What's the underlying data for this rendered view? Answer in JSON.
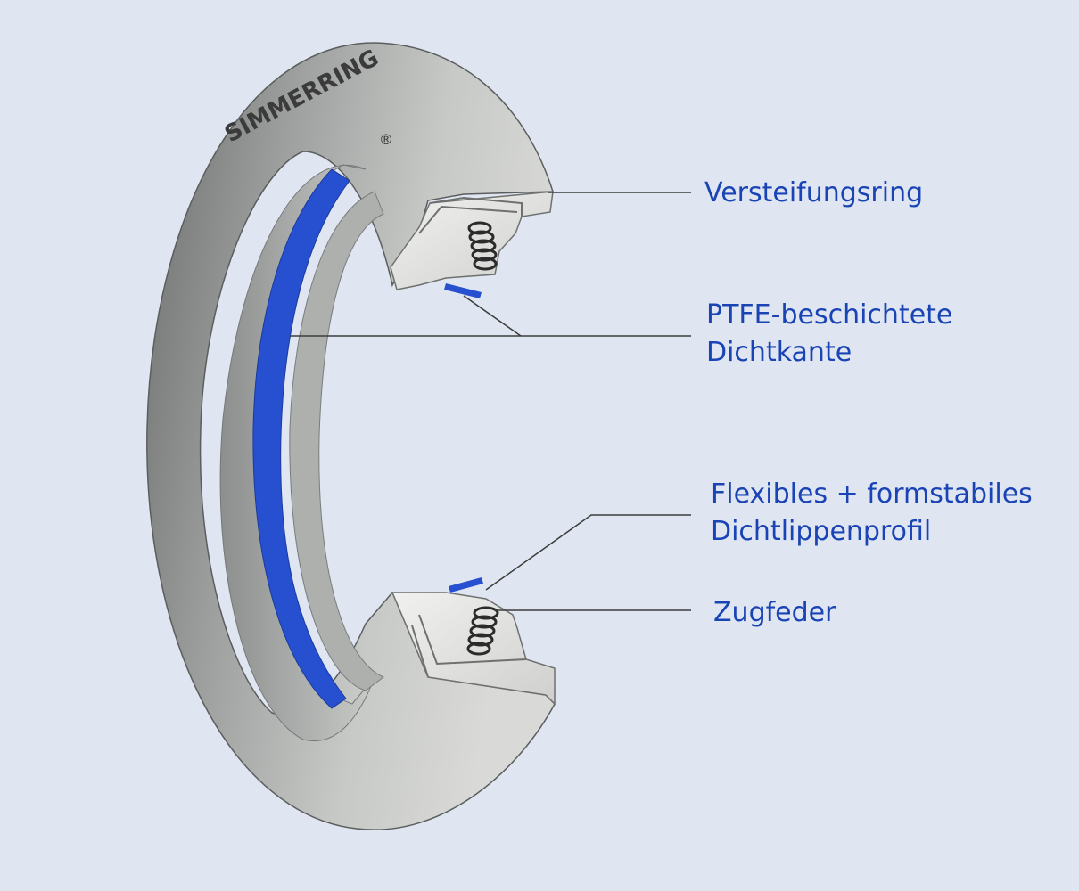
{
  "diagram": {
    "brand_text": "SIMMERRING",
    "brand_mark": "®",
    "labels": {
      "versteifungsring": "Versteifungsring",
      "ptfe_line1": "PTFE-beschichtete",
      "ptfe_line2": "Dichtkante",
      "dichtlippe_line1": "Flexibles + formstabiles",
      "dichtlippe_line2": "Dichtlippenprofil",
      "zugfeder": "Zugfeder"
    },
    "colors": {
      "background": "#dfe6f1",
      "label_text": "#1a44b5",
      "ptfe_coating": "#2650cf",
      "rubber": "#b5b7b5",
      "leader_line": "#3c3c3c"
    }
  }
}
